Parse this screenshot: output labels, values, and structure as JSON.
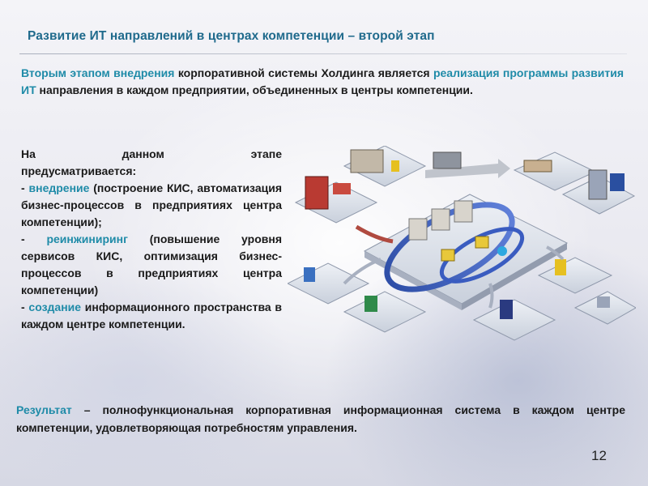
{
  "slide": {
    "title": "Развитие ИТ направлений в центрах компетенции – второй этап",
    "intro": {
      "part1": "Вторым этапом внедрения",
      "part2": " корпоративной системы Холдинга является ",
      "part3": "реализация программы развития ИТ",
      "part4": " направления в каждом предприятии, объединенных в центры компетенции."
    },
    "stage": {
      "lead": "На данном этапе",
      "lead2": "предусматривается:",
      "items": [
        {
          "prefix": " - ",
          "term": "внедрение",
          "text": " (построение КИС, автоматизация бизнес-процессов в предприятиях центра компетенции);"
        },
        {
          "prefix": " - ",
          "term": "реинжиниринг",
          "text": " (повышение уровня сервисов КИС, оптимизация бизнес-процессов в предприятиях центра компетенции)"
        },
        {
          "prefix": "- ",
          "term": "создание",
          "text": " информационного пространства в каждом центре компетенции."
        }
      ]
    },
    "result": {
      "term": "Результат",
      "text": " – полнофункциональная корпоративная информационная система в каждом центре компетенции, удовлетворяющая потребностям управления."
    },
    "page_number": "12",
    "colors": {
      "title": "#1f6a8c",
      "highlight": "#1f8ba8",
      "body_text": "#1a1a1a"
    }
  }
}
